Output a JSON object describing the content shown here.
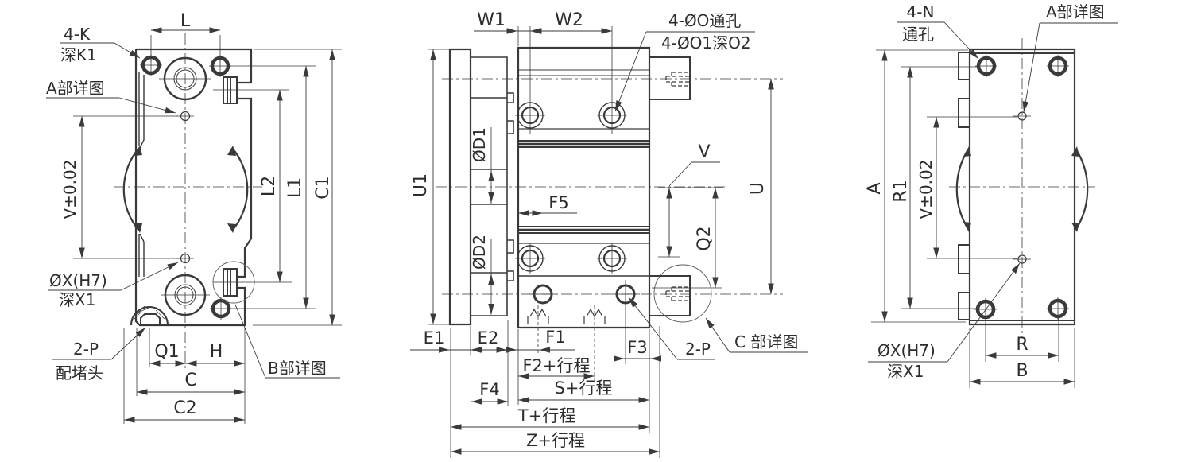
{
  "drawing": {
    "type": "engineering-3-view-cylinder-drawing",
    "colors": {
      "line": "#3a3a3a",
      "text": "#2d2d2d",
      "background": "#ffffff"
    },
    "front_view": {
      "callout_4k_line1": "4-K",
      "callout_4k_line2": "深K1",
      "detail_a_label": "A部详图",
      "dim_top": "L",
      "dim_left": "V±0.02",
      "callout_x_line1": "ØX(H7)",
      "callout_x_line2": "深X1",
      "callout_2p_line1": "2-P",
      "callout_2p_line2": "配堵头",
      "dim_q1": "Q1",
      "dim_h": "H",
      "dim_c": "C",
      "dim_c2": "C2",
      "dim_l2": "L2",
      "dim_l1": "L1",
      "dim_c1": "C1",
      "detail_b_label": "B部详图"
    },
    "side_view": {
      "dim_w1": "W1",
      "dim_w2": "W2",
      "callout_holes_line1": "4-ØO通孔",
      "callout_holes_line2": "4-ØO1深O2",
      "dim_u1": "U1",
      "dim_d1": "ØD1",
      "dim_d2": "ØD2",
      "dim_f5": "F5",
      "dim_v": "V",
      "dim_u": "U",
      "dim_q2": "Q2",
      "dim_e1": "E1",
      "dim_e2": "E2",
      "dim_f1": "F1",
      "dim_f3": "F3",
      "dim_f2": "F2+行程",
      "dim_f4": "F4",
      "dim_s": "S+行程",
      "dim_t": "T+行程",
      "dim_z": "Z+行程",
      "callout_2p": "2-P",
      "detail_c_label": "C 部详图"
    },
    "back_view": {
      "callout_4n_line1": "4-N",
      "callout_4n_line2": "通孔",
      "detail_a_label": "A部详图",
      "dim_a": "A",
      "dim_r1": "R1",
      "dim_v": "V±0.02",
      "callout_x_line1": "ØX(H7)",
      "callout_x_line2": "深X1",
      "dim_r": "R",
      "dim_b": "B"
    }
  }
}
